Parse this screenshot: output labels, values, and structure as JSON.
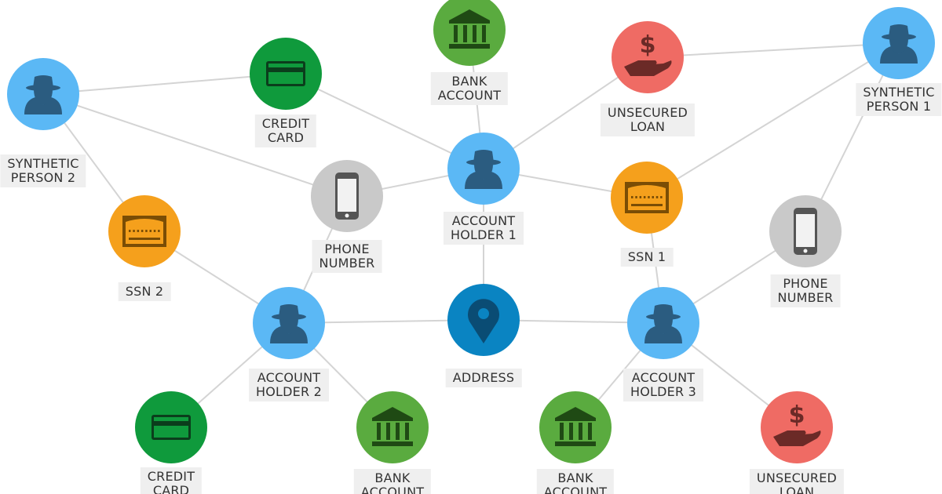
{
  "colors": {
    "person": "#5bb8f5",
    "person_icon": "#2b5c80",
    "credit_card": "#0f9a3c",
    "bank": "#5aab3f",
    "loan": "#ef6b64",
    "loan_icon": "#6b2a27",
    "phone": "#c9c9c9",
    "ssn": "#f5a01c",
    "address": "#0a84c2",
    "address_icon": "#0a4c74",
    "edge": "#d4d4d4"
  },
  "nodes": [
    {
      "id": "sp2",
      "type": "person",
      "icon": "spy-icon",
      "label": "SYNTHETIC\nPERSON 2"
    },
    {
      "id": "cc1",
      "type": "credit_card",
      "icon": "credit-card-icon",
      "label": "CREDIT\nCARD"
    },
    {
      "id": "bank1",
      "type": "bank",
      "icon": "bank-icon",
      "label": "BANK\nACCOUNT"
    },
    {
      "id": "ul1",
      "type": "loan",
      "icon": "dollar-hand-icon",
      "label": "UNSECURED\nLOAN"
    },
    {
      "id": "sp1",
      "type": "person",
      "icon": "spy-icon",
      "label": "SYNTHETIC\nPERSON 1"
    },
    {
      "id": "ah1",
      "type": "person",
      "icon": "spy-icon",
      "label": "ACCOUNT\nHOLDER 1"
    },
    {
      "id": "ph1",
      "type": "phone",
      "icon": "phone-icon",
      "label": "PHONE\nNUMBER"
    },
    {
      "id": "ssn1",
      "type": "ssn",
      "icon": "ssn-card-icon",
      "label": "SSN 1"
    },
    {
      "id": "ssn2",
      "type": "ssn",
      "icon": "ssn-card-icon",
      "label": "SSN 2"
    },
    {
      "id": "ph2",
      "type": "phone",
      "icon": "phone-icon",
      "label": "PHONE\nNUMBER"
    },
    {
      "id": "ah2",
      "type": "person",
      "icon": "spy-icon",
      "label": "ACCOUNT\nHOLDER 2"
    },
    {
      "id": "addr",
      "type": "address",
      "icon": "map-pin-icon",
      "label": "ADDRESS"
    },
    {
      "id": "ah3",
      "type": "person",
      "icon": "spy-icon",
      "label": "ACCOUNT\nHOLDER 3"
    },
    {
      "id": "cc2",
      "type": "credit_card",
      "icon": "credit-card-icon",
      "label": "CREDIT\nCARD"
    },
    {
      "id": "bank2",
      "type": "bank",
      "icon": "bank-icon",
      "label": "BANK\nACCOUNT"
    },
    {
      "id": "bank3",
      "type": "bank",
      "icon": "bank-icon",
      "label": "BANK\nACCOUNT"
    },
    {
      "id": "ul2",
      "type": "loan",
      "icon": "dollar-hand-icon",
      "label": "UNSECURED\nLOAN"
    }
  ],
  "edges": [
    [
      "sp2",
      "cc1"
    ],
    [
      "sp2",
      "ph1"
    ],
    [
      "sp2",
      "ssn2"
    ],
    [
      "cc1",
      "ah1"
    ],
    [
      "bank1",
      "ah1"
    ],
    [
      "ul1",
      "ah1"
    ],
    [
      "ul1",
      "sp1"
    ],
    [
      "sp1",
      "ssn1"
    ],
    [
      "sp1",
      "ph2"
    ],
    [
      "ah1",
      "ph1"
    ],
    [
      "ah1",
      "ssn1"
    ],
    [
      "ah1",
      "addr"
    ],
    [
      "ph1",
      "ah2"
    ],
    [
      "ssn2",
      "ah2"
    ],
    [
      "ah2",
      "addr"
    ],
    [
      "addr",
      "ah3"
    ],
    [
      "ssn1",
      "ah3"
    ],
    [
      "ph2",
      "ah3"
    ],
    [
      "ah2",
      "cc2"
    ],
    [
      "ah2",
      "bank2"
    ],
    [
      "ah3",
      "bank3"
    ],
    [
      "ah3",
      "ul2"
    ]
  ]
}
